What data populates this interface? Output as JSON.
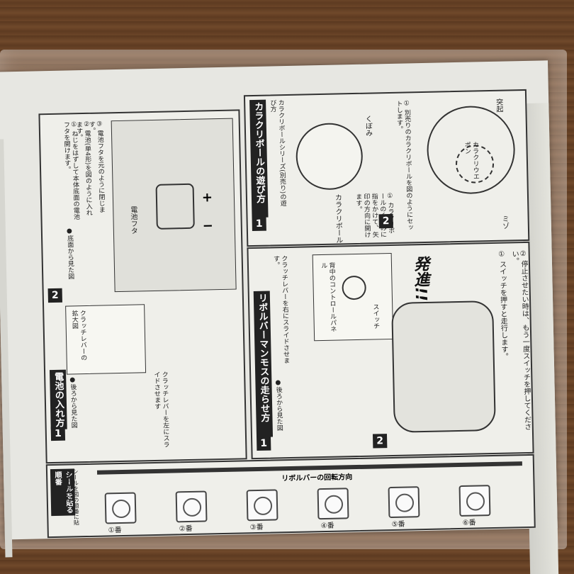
{
  "manual": {
    "section_battery": {
      "step": "1",
      "title": "電池の入れ方",
      "view": "●後ろから見た図",
      "zoom_label": "クラッチレバーの拡大図",
      "lever_text": "クラッチレバーを左にスライドさせます",
      "step2": "2",
      "view2": "●底面から見た図",
      "instructions": [
        "① ねじをはずして本体底面の電池フタを開けます。",
        "② 電池(単4形)を図のように入れます。",
        "③ 電池フタを元のように閉じます。"
      ],
      "lid_label": "電池フタ",
      "plus": "+",
      "minus": "−"
    },
    "section_ball": {
      "step": "1",
      "title": "カラクリボールの遊び方",
      "sub": "カラクリボールシリーズ(別売り)の遊び方",
      "kubomi": "くぼみ",
      "ball_label": "カラクリボール",
      "note1": "① カラクリボールのくぼみに指をかけて、矢印の方向に開けます。",
      "step2": "2",
      "note2": "① 別売りのカラクリボールを図のようにセットします。",
      "weapon_label": "カラクリウエポン",
      "tokki": "突起",
      "mizo": "ミゾ"
    },
    "section_drive": {
      "step": "1",
      "title": "リボルバーマンモスの走らせ方",
      "view": "●後ろから見た図",
      "text1": "クラッチレバーを右にスライドさせます。",
      "panel_label": "背中のコントロールパネル",
      "switch_label": "スイッチ",
      "step2": "2",
      "start_badge": "発進!!",
      "text2a": "① スイッチを押すと走行します。",
      "text2b": "② 停止させたい時は、もう一度スイッチを押してください。"
    },
    "section_seal": {
      "title": "シールを貼る順番",
      "arrow_label": "リボルバーの回転方向",
      "seals": [
        "①番",
        "②番",
        "③番",
        "④番",
        "⑤番",
        "⑥番"
      ],
      "note": "シールを図の順番に貼ってください。"
    }
  },
  "colors": {
    "paper": "#e7e7e2",
    "ink": "#222222",
    "wood": "#6b4528"
  }
}
